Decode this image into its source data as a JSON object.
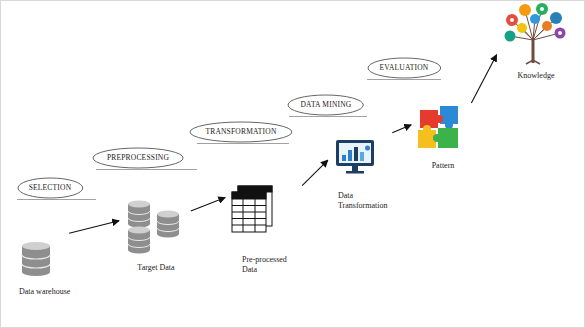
{
  "diagram": {
    "nodes": [
      {
        "text": [
          "Data warehouse"
        ]
      },
      {
        "text": [
          "SELECTION"
        ]
      },
      {
        "text": [
          "Target Data"
        ]
      },
      {
        "text": [
          "PREPROCESSING"
        ]
      },
      {
        "text": [
          "Pre-processed Data"
        ]
      },
      {
        "text": [
          "TRANSFORMATION"
        ]
      },
      {
        "text": [
          "Data Transformation"
        ]
      },
      {
        "text": [
          "DATA MINING"
        ]
      },
      {
        "text": [
          "Pattern"
        ]
      },
      {
        "text": [
          "EVALUATION"
        ]
      },
      {
        "text": [
          "Knowledge"
        ]
      }
    ],
    "edges": [
      {
        "from": 0,
        "to": 2,
        "arrow": "to"
      },
      {
        "from": 2,
        "to": 4,
        "arrow": "to"
      },
      {
        "from": 4,
        "to": 6,
        "arrow": "to"
      },
      {
        "from": 6,
        "to": 8,
        "arrow": "to"
      },
      {
        "from": 8,
        "to": 10,
        "arrow": "to"
      }
    ]
  }
}
